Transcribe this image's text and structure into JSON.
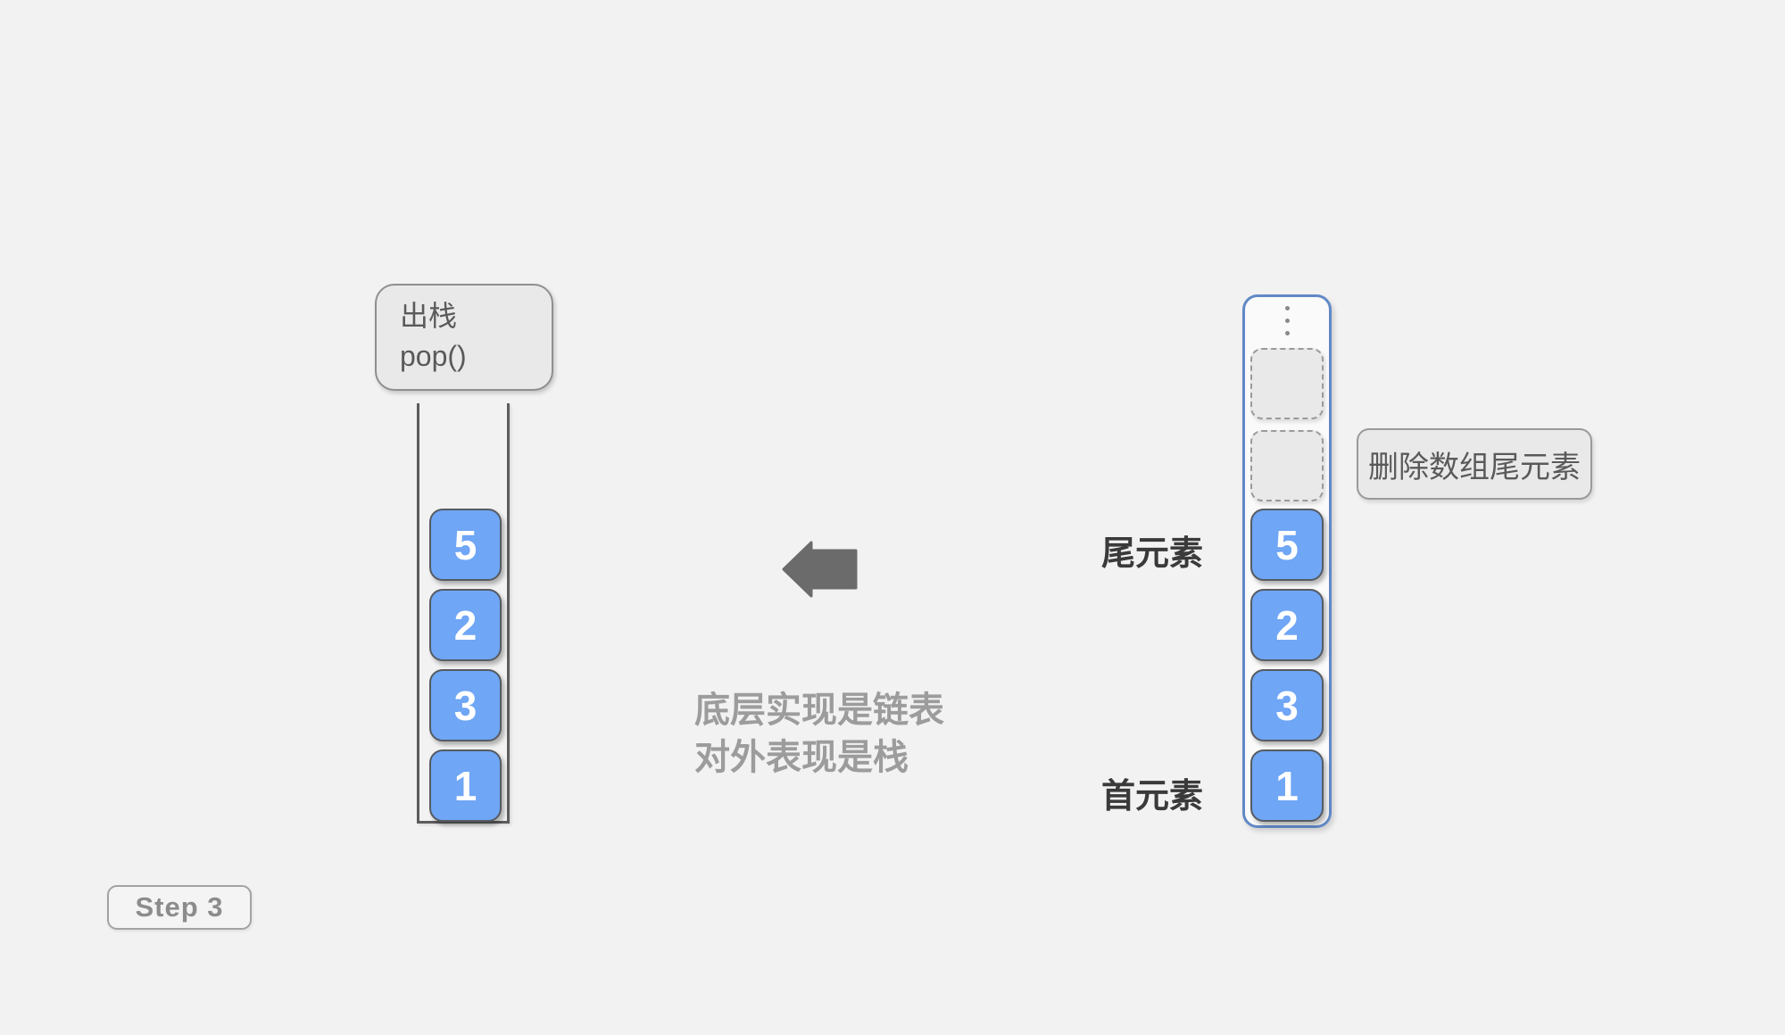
{
  "page": {
    "background": "#f2f2f2"
  },
  "colors": {
    "element_blue": "#6fa6f5",
    "element_border": "#565b62",
    "array_border_blue": "#6189c6",
    "arrow_gray": "#6b6b6b",
    "box_fill_gray": "#e9e9e9",
    "caption_gray": "#9c9c9c",
    "label_dark": "#3a3a3a"
  },
  "pop_label": {
    "line1": "出栈",
    "line2": "pop()"
  },
  "left_stack": {
    "cells": [
      "5",
      "2",
      "3",
      "1"
    ]
  },
  "caption": {
    "line1": "底层实现是链表",
    "line2": "对外表现是栈"
  },
  "right_array": {
    "ellipsis_dots": 3,
    "empty_slots": 2,
    "cells": [
      "5",
      "2",
      "3",
      "1"
    ],
    "tail_label": "尾元素",
    "head_label": "首元素",
    "note_label": "删除数组尾元素"
  },
  "step_badge": {
    "label": "Step 3"
  }
}
